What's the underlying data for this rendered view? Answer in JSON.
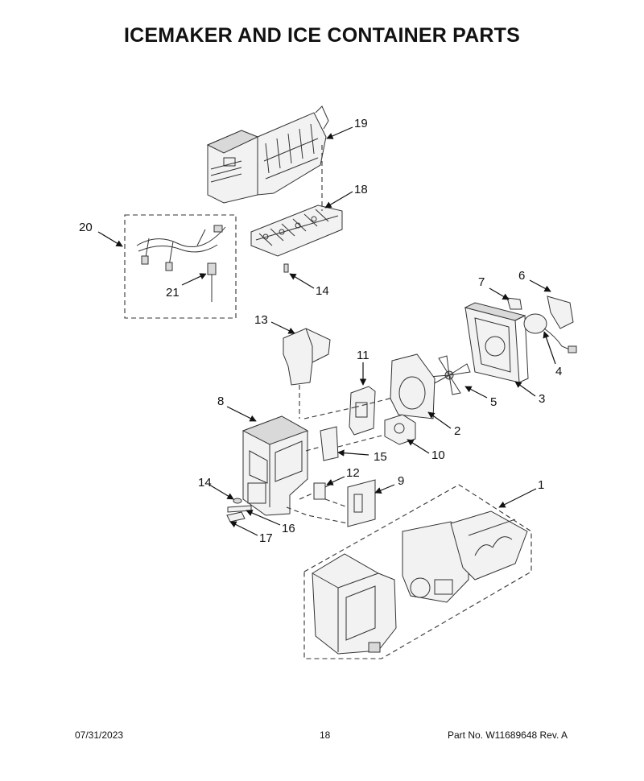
{
  "title": "ICEMAKER AND ICE CONTAINER PARTS",
  "footer": {
    "date": "07/31/2023",
    "page": "18",
    "part_no": "Part No.  W11689648  Rev.  A"
  },
  "parts": [
    {
      "id": "p19",
      "label": "19"
    },
    {
      "id": "p18",
      "label": "18"
    },
    {
      "id": "p20",
      "label": "20"
    },
    {
      "id": "p21",
      "label": "21"
    },
    {
      "id": "p14a",
      "label": "14"
    },
    {
      "id": "p7",
      "label": "7"
    },
    {
      "id": "p6",
      "label": "6"
    },
    {
      "id": "p4",
      "label": "4"
    },
    {
      "id": "p13",
      "label": "13"
    },
    {
      "id": "p11",
      "label": "11"
    },
    {
      "id": "p5",
      "label": "5"
    },
    {
      "id": "p3",
      "label": "3"
    },
    {
      "id": "p8",
      "label": "8"
    },
    {
      "id": "p2",
      "label": "2"
    },
    {
      "id": "p15",
      "label": "15"
    },
    {
      "id": "p10",
      "label": "10"
    },
    {
      "id": "p12",
      "label": "12"
    },
    {
      "id": "p9",
      "label": "9"
    },
    {
      "id": "p14b",
      "label": "14"
    },
    {
      "id": "p1",
      "label": "1"
    },
    {
      "id": "p16",
      "label": "16"
    },
    {
      "id": "p17",
      "label": "17"
    }
  ]
}
